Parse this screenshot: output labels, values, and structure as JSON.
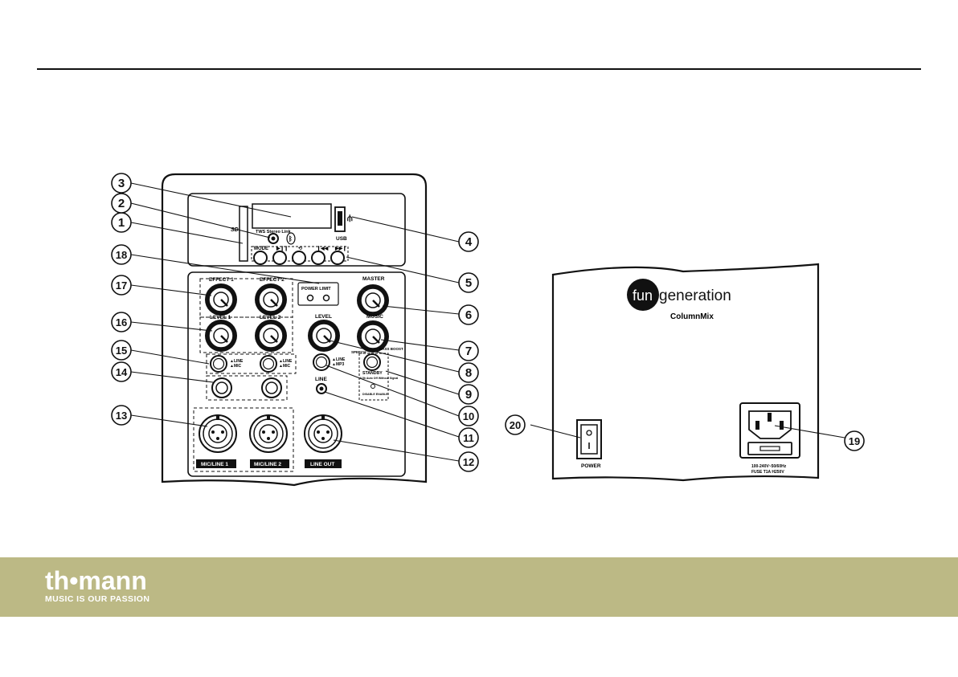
{
  "callouts": [
    "1",
    "2",
    "3",
    "4",
    "5",
    "6",
    "7",
    "8",
    "9",
    "10",
    "11",
    "12",
    "13",
    "14",
    "15",
    "16",
    "17",
    "18",
    "19",
    "20"
  ],
  "panel": {
    "tws": "TWS Stereo Link",
    "usb": "USB",
    "mode": "MODE",
    "effect1": "EFFECT 1",
    "effect2": "EFFECT 2",
    "level1": "LEVEL 1",
    "level2": "LEVEL 2",
    "power_limit": "POWER  LIMIT",
    "master": "MASTER",
    "music": "MUSIC",
    "level": "LEVEL",
    "speech": "SPEECH",
    "bass_boost": "BASS BOOST",
    "line_mic": "LINE\nMIC",
    "line_mp3": "LINE\nMP3",
    "standby": "STANDBY",
    "standby_note": "0.5h Auto Off Without Signal",
    "disable_enable": "DISABLE ENABLE",
    "line": "LINE",
    "mic_line1": "MIC/LINE 1",
    "mic_line2": "MIC/LINE 2",
    "line_out": "LINE OUT"
  },
  "rear": {
    "brand_a": "fun",
    "brand_b": "generation",
    "model": "ColumnMix",
    "power": "POWER",
    "rating": "100-240V~50/60Hz",
    "fuse": "FUSE T1A H250V"
  },
  "footer": {
    "logo": "th•mann",
    "slogan": "MUSIC IS OUR PASSION"
  },
  "colors": {
    "band": "#bcb985",
    "ink": "#111111"
  }
}
